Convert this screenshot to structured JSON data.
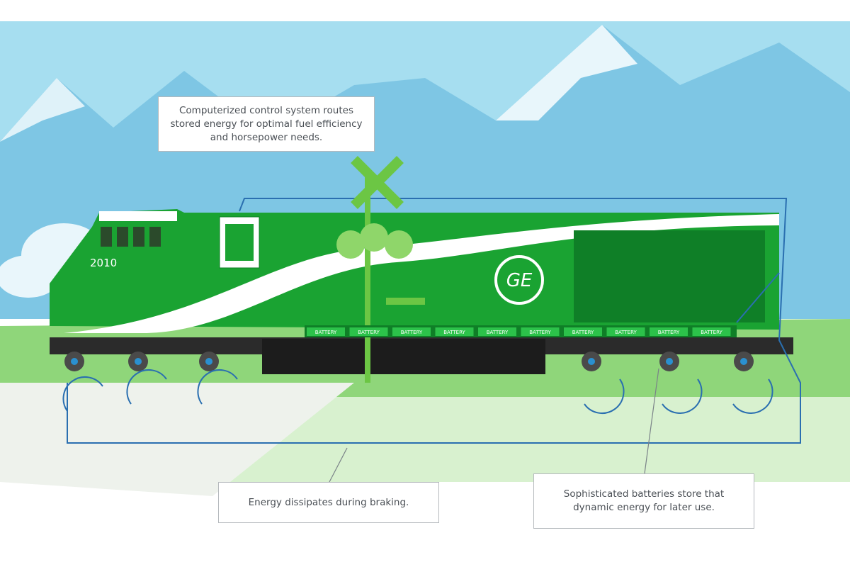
{
  "callouts": {
    "control": "Computerized control system routes stored energy for optimal fuel efficiency and horsepower needs.",
    "braking": "Energy dissipates during braking.",
    "batteries": "Sophisticated batteries store that dynamic energy for later use."
  },
  "locomotive": {
    "number": "2010",
    "logo": "GE",
    "battery_label": "BATTERY",
    "battery_count": 10
  },
  "colors": {
    "sky": "#8fd3ea",
    "green": "#1aa332",
    "dark_green": "#0f7f27",
    "flow": "#2a6fb0",
    "grass": "#7fd06a"
  }
}
